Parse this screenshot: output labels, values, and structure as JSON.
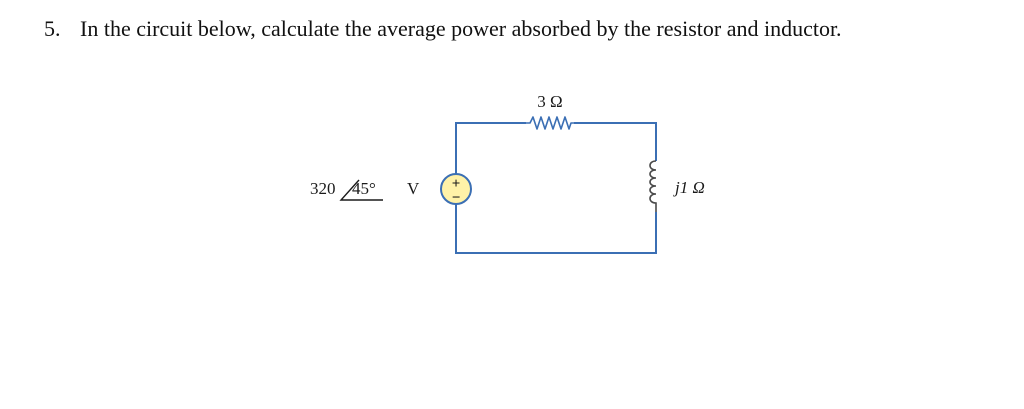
{
  "question": {
    "number": "5.",
    "text": "In the circuit below, calculate the average power absorbed by the resistor and inductor."
  },
  "circuit": {
    "resistor_label": "3 Ω",
    "inductor_label": "j1 Ω",
    "source": {
      "magnitude": "320",
      "angle": "45°",
      "unit": "V",
      "plus_sign": "+",
      "minus_sign": "−"
    },
    "colors": {
      "wire": "#3b6fb4",
      "source_fill": "#fff2a8",
      "component": "#4a4a4a"
    }
  }
}
